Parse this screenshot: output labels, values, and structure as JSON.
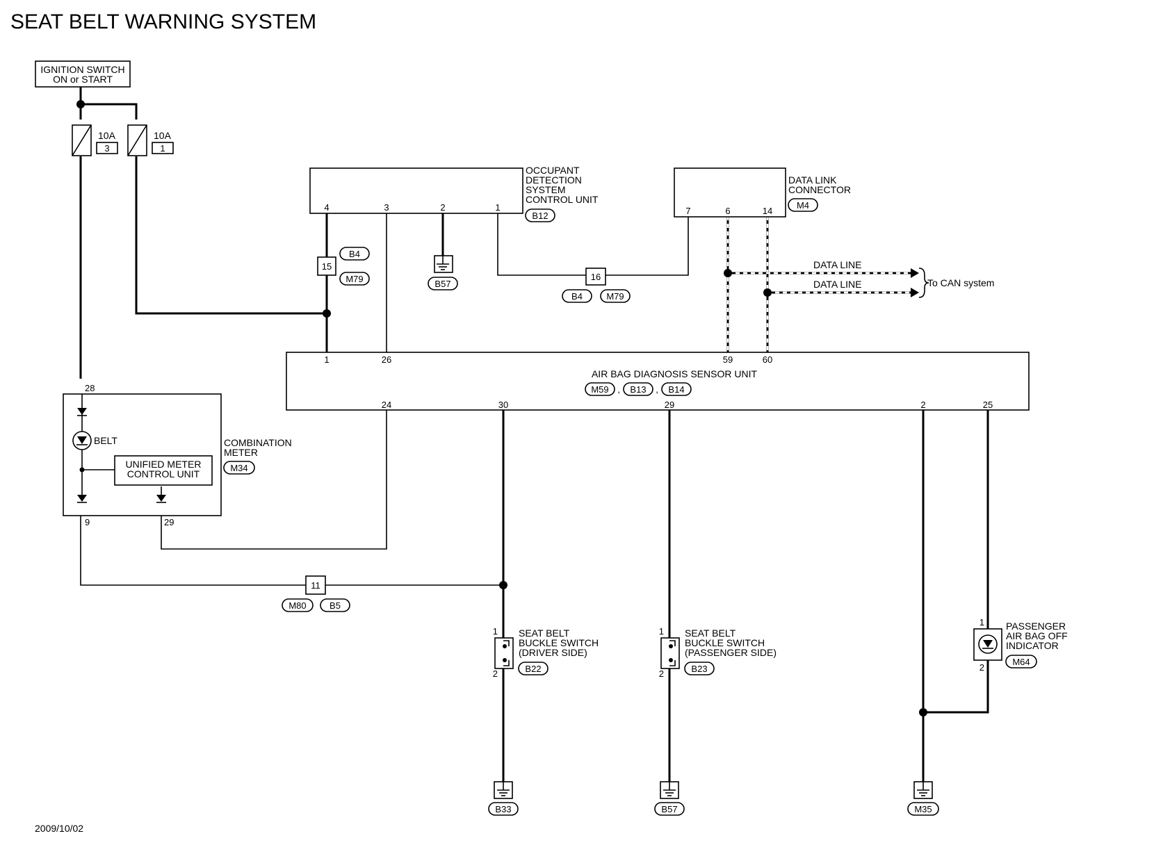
{
  "title": "SEAT BELT WARNING SYSTEM",
  "date": "2009/10/02",
  "ignition_switch": {
    "line1": "IGNITION SWITCH",
    "line2": "ON or START"
  },
  "fuses": [
    {
      "rating": "10A",
      "number": "3"
    },
    {
      "rating": "10A",
      "number": "1"
    }
  ],
  "occupant_unit": {
    "label": [
      "OCCUPANT",
      "DETECTION",
      "SYSTEM",
      "CONTROL UNIT"
    ],
    "connector": "B12",
    "pins": [
      "4",
      "3",
      "2",
      "1"
    ]
  },
  "data_link": {
    "label": [
      "DATA LINK",
      "CONNECTOR"
    ],
    "connector": "M4",
    "pins": [
      "7",
      "6",
      "14"
    ]
  },
  "jc_15": {
    "terminal": "15",
    "connectors": [
      "B4",
      "M79"
    ]
  },
  "jc_16": {
    "terminal": "16",
    "connectors": [
      "B4",
      "M79"
    ]
  },
  "jc_11": {
    "terminal": "11",
    "connectors": [
      "M80",
      "B5"
    ]
  },
  "ground_b57_top": "B57",
  "data_lines": [
    "DATA LINE",
    "DATA LINE"
  ],
  "can_label": "To CAN system",
  "airbag_unit": {
    "label": "AIR BAG DIAGNOSIS SENSOR UNIT",
    "connectors": [
      "M59",
      "B13",
      "B14"
    ],
    "top_pins": [
      "1",
      "26",
      "59",
      "60"
    ],
    "bottom_pins": [
      "24",
      "30",
      "29",
      "2",
      "25"
    ]
  },
  "combination_meter": {
    "label": [
      "COMBINATION",
      "METER"
    ],
    "connector": "M34",
    "belt": "BELT",
    "unified": [
      "UNIFIED METER",
      "CONTROL UNIT"
    ],
    "pins": [
      "28",
      "9",
      "29"
    ]
  },
  "driver_switch": {
    "label": [
      "SEAT BELT",
      "BUCKLE SWITCH",
      "(DRIVER SIDE)"
    ],
    "connector": "B22",
    "pins": [
      "1",
      "2"
    ],
    "ground": "B33"
  },
  "passenger_switch": {
    "label": [
      "SEAT BELT",
      "BUCKLE SWITCH",
      "(PASSENGER SIDE)"
    ],
    "connector": "B23",
    "pins": [
      "1",
      "2"
    ],
    "ground": "B57"
  },
  "passenger_indicator": {
    "label": [
      "PASSENGER",
      "AIR BAG OFF",
      "INDICATOR"
    ],
    "connector": "M64",
    "pins": [
      "1",
      "2"
    ]
  },
  "ground_m35": "M35"
}
